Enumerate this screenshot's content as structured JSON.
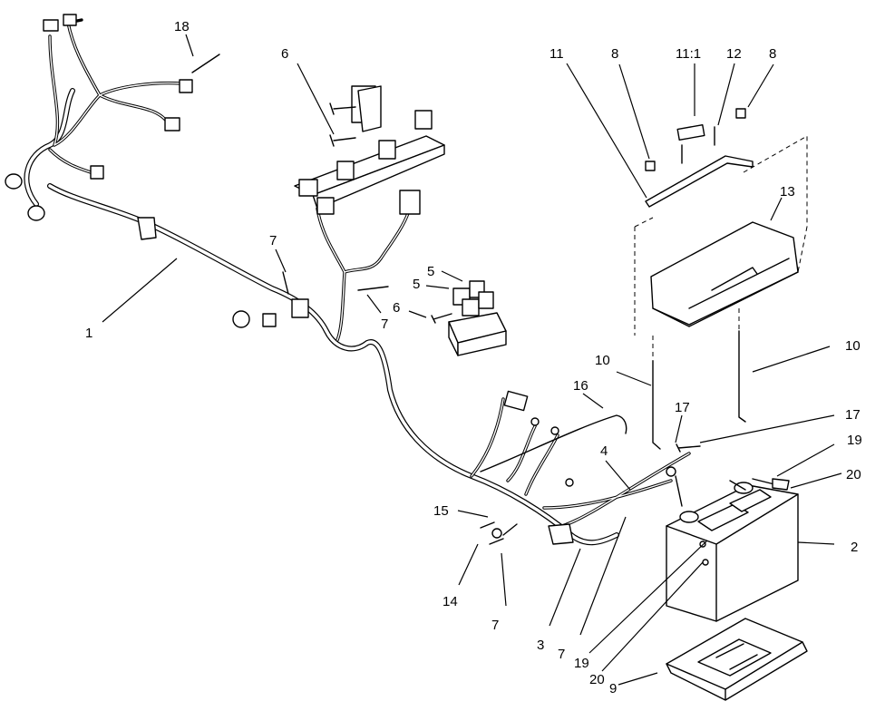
{
  "callouts": [
    {
      "id": "c1",
      "text": "1"
    },
    {
      "id": "c2",
      "text": "2"
    },
    {
      "id": "c3",
      "text": "3"
    },
    {
      "id": "c4",
      "text": "4"
    },
    {
      "id": "c5a",
      "text": "5"
    },
    {
      "id": "c5b",
      "text": "5"
    },
    {
      "id": "c6a",
      "text": "6"
    },
    {
      "id": "c6b",
      "text": "6"
    },
    {
      "id": "c7a",
      "text": "7"
    },
    {
      "id": "c7b",
      "text": "7"
    },
    {
      "id": "c7c",
      "text": "7"
    },
    {
      "id": "c7d",
      "text": "7"
    },
    {
      "id": "c8a",
      "text": "8"
    },
    {
      "id": "c8b",
      "text": "8"
    },
    {
      "id": "c9",
      "text": "9"
    },
    {
      "id": "c10a",
      "text": "10"
    },
    {
      "id": "c10b",
      "text": "10"
    },
    {
      "id": "c11",
      "text": "11"
    },
    {
      "id": "c11_1",
      "text": "11:1"
    },
    {
      "id": "c12",
      "text": "12"
    },
    {
      "id": "c13",
      "text": "13"
    },
    {
      "id": "c14",
      "text": "14"
    },
    {
      "id": "c15",
      "text": "15"
    },
    {
      "id": "c16",
      "text": "16"
    },
    {
      "id": "c17a",
      "text": "17"
    },
    {
      "id": "c17b",
      "text": "17"
    },
    {
      "id": "c18",
      "text": "18"
    },
    {
      "id": "c19a",
      "text": "19"
    },
    {
      "id": "c19b",
      "text": "19"
    },
    {
      "id": "c20a",
      "text": "20"
    },
    {
      "id": "c20b",
      "text": "20"
    }
  ]
}
